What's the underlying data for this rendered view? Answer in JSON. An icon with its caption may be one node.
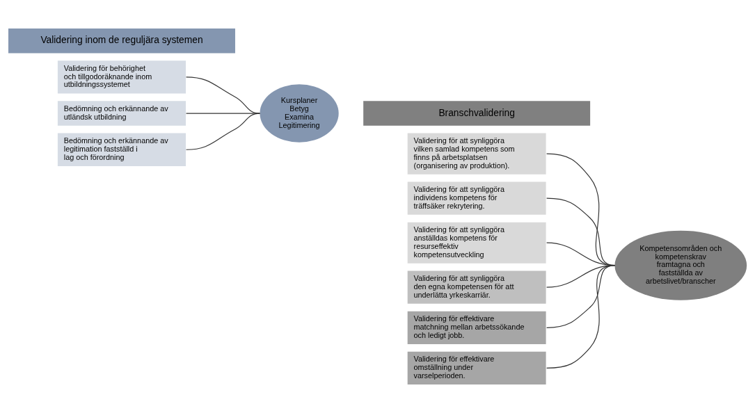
{
  "diagram": {
    "nodes": [
      {
        "text": [
          "Validering inom de reguljära systemen"
        ]
      },
      {
        "text": [
          "Validering för behörighet och tillgodoräknande inom utbildningssystemet"
        ]
      },
      {
        "text": [
          "Bedömning och erkännande av utländsk utbildning"
        ]
      },
      {
        "text": [
          "Bedömning och erkännande av legitimation fastställd i lag och förordning"
        ]
      },
      {
        "text": [
          "Kursplaner Betyg Examina Legitimering"
        ]
      },
      {
        "text": [
          "Branschvalidering"
        ]
      },
      {
        "text": [
          "Validering för att synliggöra vilken samlad kompetens som finns på arbetsplatsen (organisering av produktion)."
        ]
      },
      {
        "text": [
          "Validering för att synliggöra individens kompetens för träffsäker rekrytering."
        ]
      },
      {
        "text": [
          "Validering för att synliggöra anställdas kompetens för resurseffektiv kompetensutveckling"
        ]
      },
      {
        "text": [
          "Validering för att synliggöra den egna kompetensen för att underlätta yrkeskarriär."
        ]
      },
      {
        "text": [
          "Validering för effektivare matchning mellan arbetssökande och ledigt jobb."
        ]
      },
      {
        "text": [
          "Validering för effektivare omställning under varselperioden."
        ]
      },
      {
        "text": [
          "Kompetensområden och kompetenskrav framtagna och fastställda av arbetslivet/branscher"
        ]
      }
    ],
    "edges": [
      {
        "from": 1,
        "to": 4,
        "arrow": "none"
      },
      {
        "from": 2,
        "to": 4,
        "arrow": "none"
      },
      {
        "from": 3,
        "to": 4,
        "arrow": "none"
      },
      {
        "from": 6,
        "to": 12,
        "arrow": "none"
      },
      {
        "from": 7,
        "to": 12,
        "arrow": "none"
      },
      {
        "from": 8,
        "to": 12,
        "arrow": "none"
      },
      {
        "from": 9,
        "to": 12,
        "arrow": "none"
      },
      {
        "from": 10,
        "to": 12,
        "arrow": "none"
      },
      {
        "from": 11,
        "to": 12,
        "arrow": "none"
      }
    ]
  }
}
